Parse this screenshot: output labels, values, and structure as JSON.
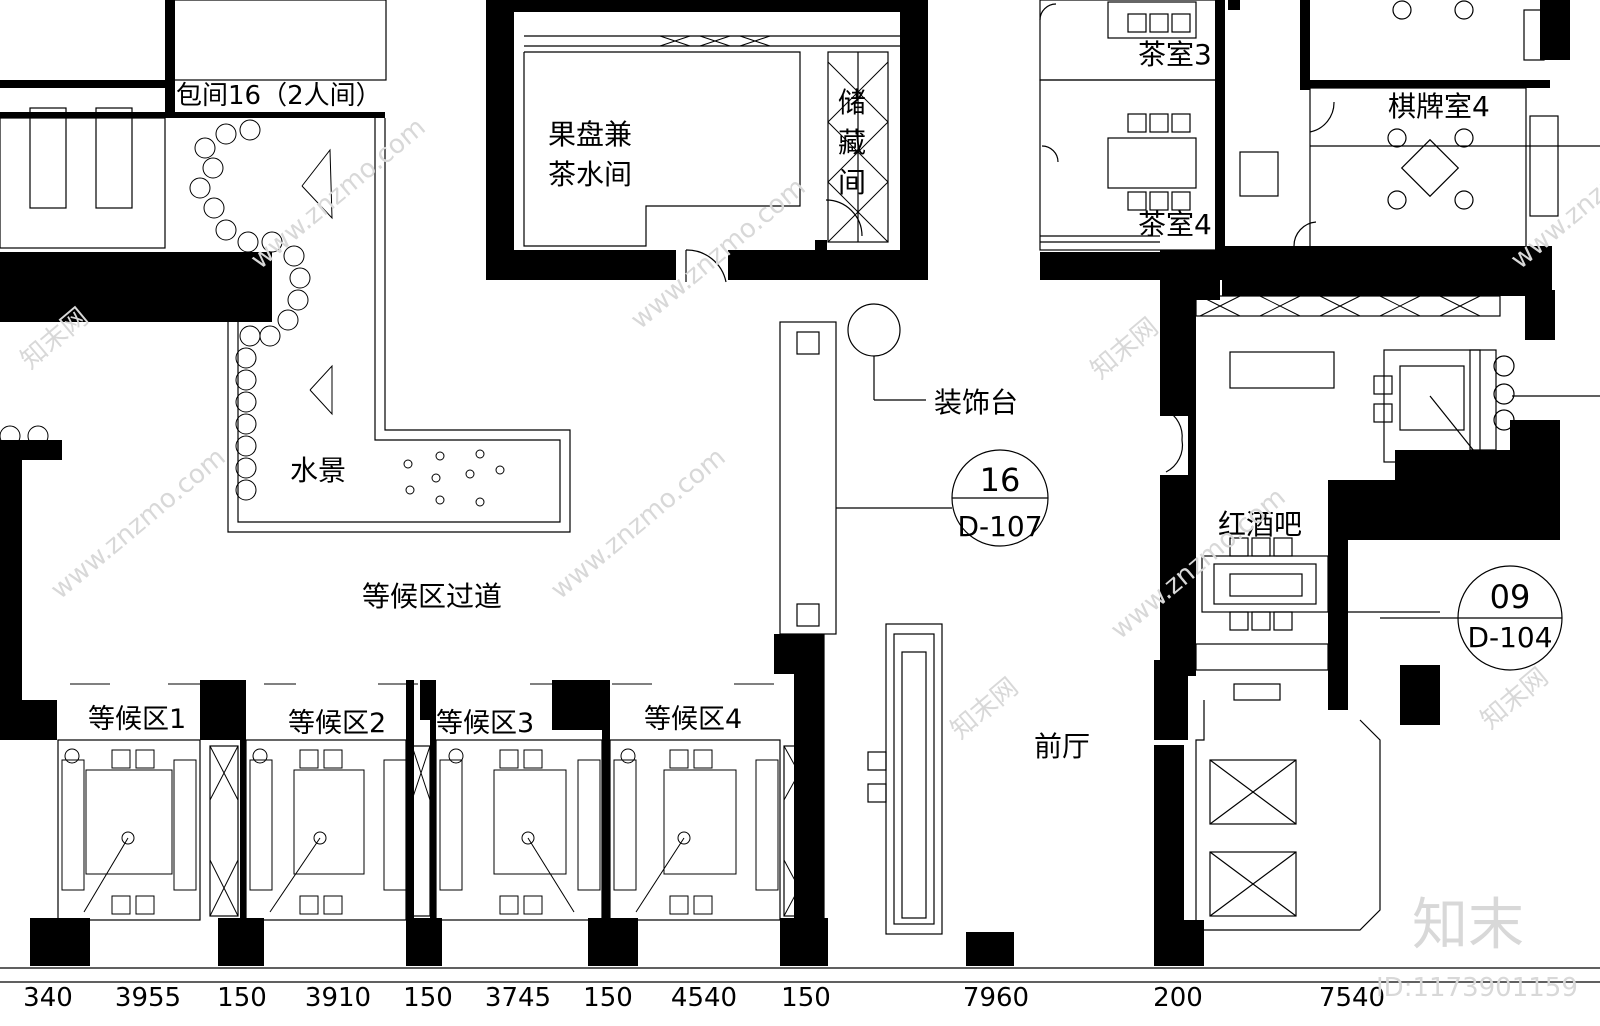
{
  "rooms": {
    "pkg16": "包间16（2人间）",
    "fruit1": "果盘兼",
    "fruit2": "茶水间",
    "storage1": "储",
    "storage2": "藏",
    "storage3": "间",
    "tea3": "茶室3",
    "tea4": "茶室4",
    "chess4": "棋牌室4",
    "deco": "装饰台",
    "water": "水景",
    "corridor": "等候区过道",
    "wine": "红酒吧",
    "lobby": "前厅",
    "wait1": "等候区1",
    "wait2": "等候区2",
    "wait3": "等候区3",
    "wait4": "等候区4"
  },
  "sections": [
    {
      "num": "16",
      "ref": "D-107"
    },
    {
      "num": "09",
      "ref": "D-104"
    }
  ],
  "dimensions": [
    "340",
    "3955",
    "150",
    "3910",
    "150",
    "3745",
    "150",
    "4540",
    "150",
    "7960",
    "200",
    "7540"
  ],
  "watermark": {
    "brand": "知末",
    "id": "ID:1173901159",
    "url": "www.znzmo.com",
    "site": "知末网"
  }
}
